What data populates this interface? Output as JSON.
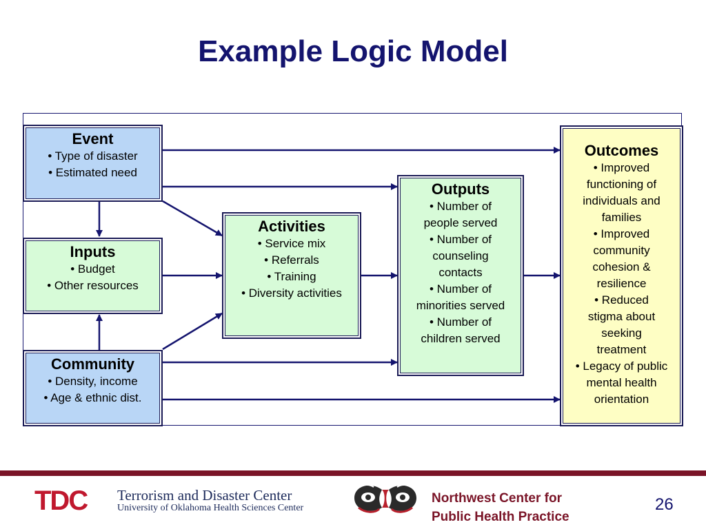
{
  "slide": {
    "title": "Example Logic Model",
    "page_number": "26"
  },
  "boxes": {
    "event": {
      "title": "Event",
      "items": [
        "• Type of disaster",
        "• Estimated need"
      ]
    },
    "inputs": {
      "title": "Inputs",
      "items": [
        "• Budget",
        "• Other resources"
      ]
    },
    "community": {
      "title": "Community",
      "items": [
        "• Density, income",
        "• Age & ethnic dist."
      ]
    },
    "activities": {
      "title": "Activities",
      "items": [
        "• Service mix",
        "• Referrals",
        "• Training",
        "• Diversity activities"
      ]
    },
    "outputs": {
      "title": "Outputs",
      "lines": [
        "• Number of",
        "people served",
        "• Number of",
        "counseling",
        "contacts",
        "• Number of",
        "minorities served",
        "• Number of",
        "children served"
      ]
    },
    "outcomes": {
      "title": "Outcomes",
      "lines": [
        "• Improved",
        "functioning of",
        "individuals and",
        "families",
        "• Improved",
        "community",
        "cohesion &",
        "resilience",
        "• Reduced",
        "stigma about",
        "seeking",
        "treatment",
        "• Legacy of public",
        "mental health",
        "orientation"
      ]
    }
  },
  "footer": {
    "tdc_logo": "TDC",
    "tdc_name": "Terrorism and Disaster Center",
    "tdc_affiliation": "University of Oklahoma Health Sciences Center",
    "nw_line1": "Northwest Center for",
    "nw_line2": "Public Health Practice"
  },
  "colors": {
    "title": "#14146e",
    "blue_box": "#b9d6f6",
    "green_box": "#d7fbd8",
    "yellow_box": "#fefec4",
    "arrow": "#14146e",
    "footer_bar": "#7a1427",
    "tdc_red": "#c0182e"
  }
}
